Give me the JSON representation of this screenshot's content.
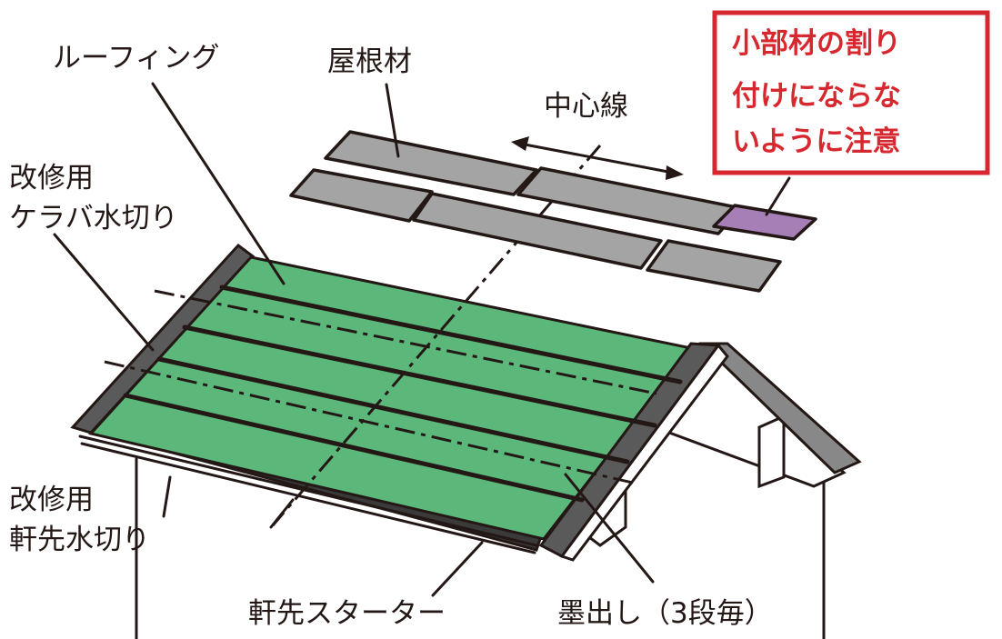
{
  "labels": {
    "roofing": "ルーフィング",
    "roof_material": "屋根材",
    "center_line": "中心線",
    "verge_flashing_line1": "改修用",
    "verge_flashing_line2": "ケラバ水切り",
    "eave_flashing_line1": "改修用",
    "eave_flashing_line2": "軒先水切り",
    "eave_starter": "軒先スターター",
    "chalk_line": "墨出し（3段毎）"
  },
  "note": {
    "lines": [
      "小部材の割り",
      "付けにならな",
      "いように注意"
    ]
  },
  "colors": {
    "roofing_green": "#5cb87a",
    "shingle_gray": "#a4a4a4",
    "small_piece_purple": "#a57fb5",
    "note_red": "#d7282f",
    "frame_dark": "#555555",
    "ink": "#231815"
  }
}
